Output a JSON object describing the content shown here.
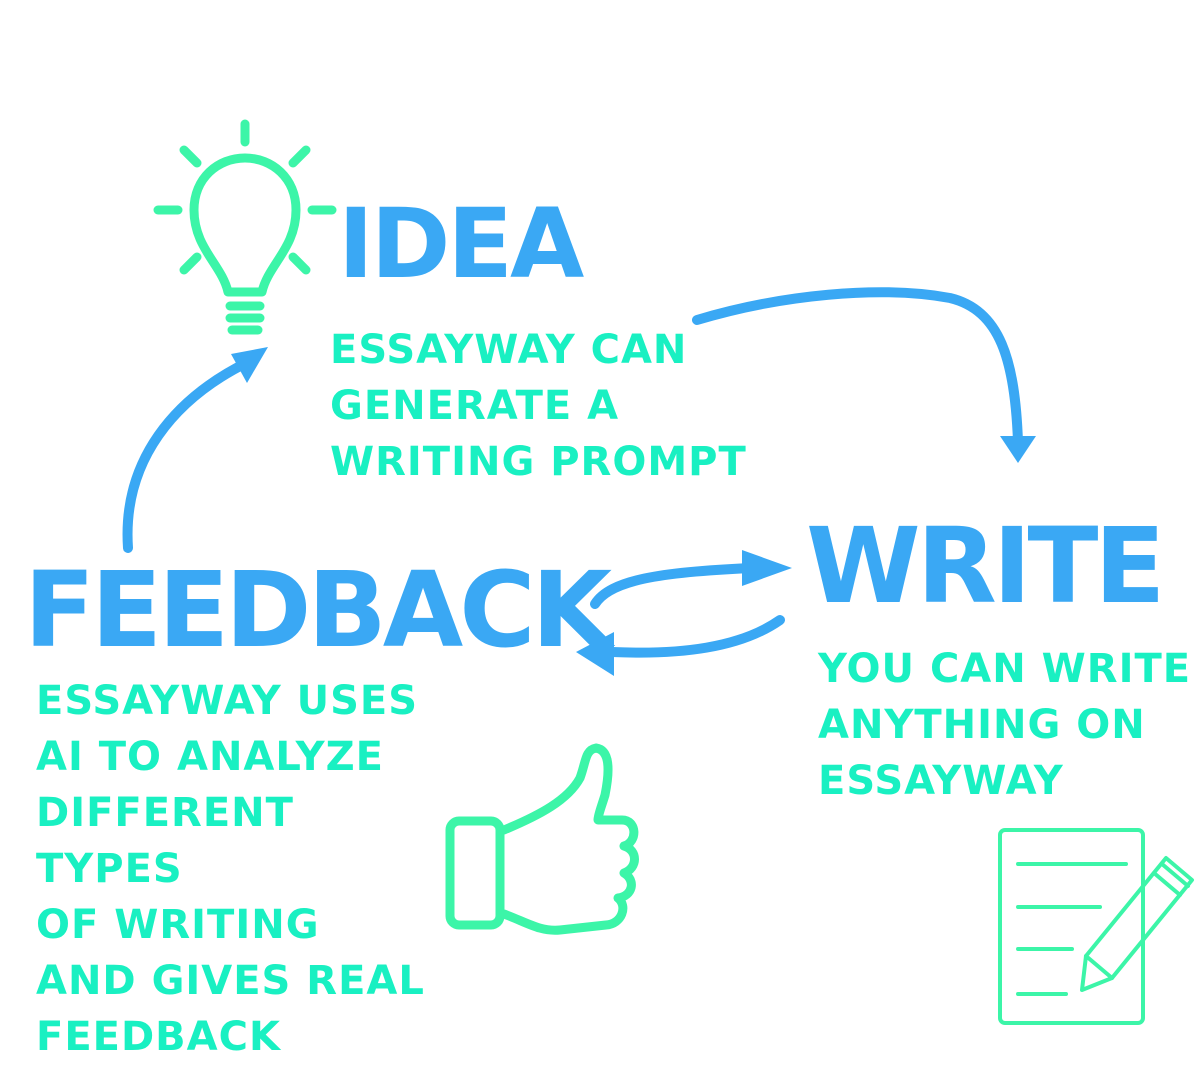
{
  "colors": {
    "heading": "#3aa8f4",
    "description": "#19f0c2",
    "icon": "#3cf5a8",
    "arrow": "#3aa8f4"
  },
  "idea": {
    "title": "IDEA",
    "description": "ESSAYWAY CAN\nGENERATE A\nWRITING PROMPT",
    "icon": "lightbulb-icon"
  },
  "write": {
    "title": "WRITE",
    "description": "YOU CAN WRITE\nANYTHING ON\nESSAYWAY",
    "icon": "document-pencil-icon"
  },
  "feedback": {
    "title": "FEEDBACK",
    "description": "ESSAYWAY USES\nAI TO ANALYZE\nDIFFERENT TYPES\nOF WRITING\nAND GIVES REAL\nFEEDBACK",
    "icon": "thumbs-up-icon"
  }
}
